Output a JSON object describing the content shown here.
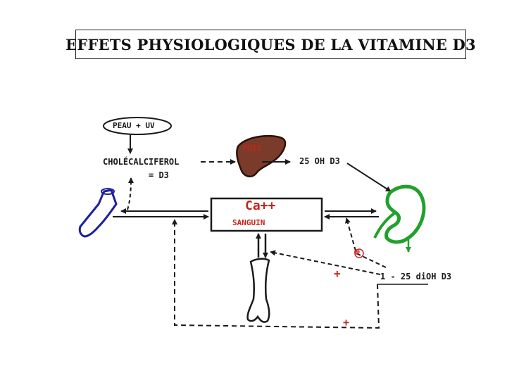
{
  "title": "EFFETS PHYSIOLOGIQUES DE LA VITAMINE D3",
  "labels": {
    "skin_uv": "PEAU + UV",
    "cholecalciferol_line1": "CHOLÉCALCIFEROL",
    "cholecalciferol_line2": "= D3",
    "liver": "FOIE",
    "calcidiol": "25 OH D3",
    "calcium": "Ca++",
    "blood": "SANGUIN",
    "calcitriol": "1 - 25 diOH D3",
    "plus_circled": "⊕",
    "plus_bone": "+",
    "plus_bottom": "+"
  },
  "colors": {
    "ink": "#1a1a1a",
    "red": "#c0261c",
    "green": "#21a12c",
    "blue": "#1d1f9a",
    "liver_fill": "#7a3b2a",
    "liver_outline": "#2a1208"
  },
  "icons": [
    "intestine-icon",
    "liver-icon",
    "kidney-icon",
    "bone-icon"
  ]
}
